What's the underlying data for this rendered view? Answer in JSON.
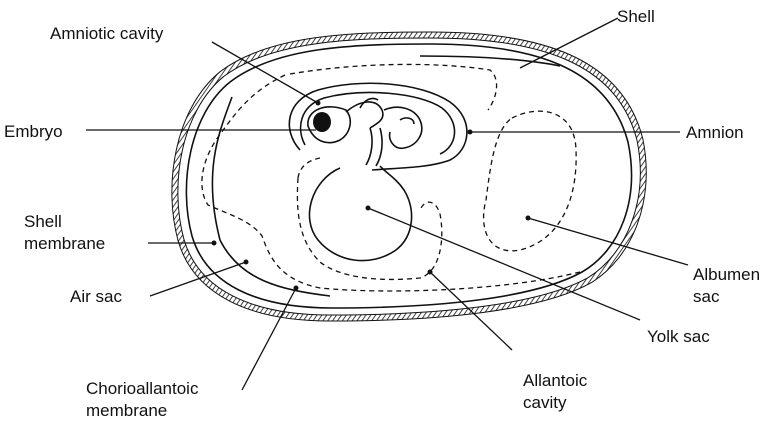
{
  "labels": {
    "amniotic_cavity": "Amniotic cavity",
    "shell": "Shell",
    "embryo": "Embryo",
    "amnion": "Amnion",
    "shell_membrane_line1": "Shell",
    "shell_membrane_line2": "membrane",
    "albumen_sac_line1": "Albumen",
    "albumen_sac_line2": "sac",
    "air_sac": "Air sac",
    "yolk_sac": "Yolk sac",
    "chorioallantoic_line1": "Chorioallantoic",
    "chorioallantoic_line2": "membrane",
    "allantoic_line1": "Allantoic",
    "allantoic_line2": "cavity"
  }
}
